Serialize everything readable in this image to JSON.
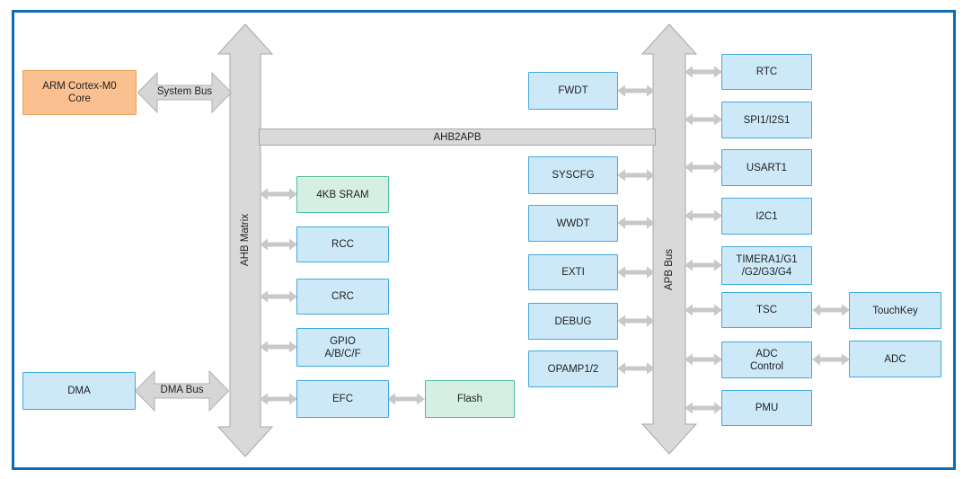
{
  "colors": {
    "frame_border": "#0d6cb5",
    "block_blue_fill": "#cde9f8",
    "block_blue_border": "#41a9de",
    "block_green_fill": "#d5efe3",
    "block_green_border": "#4dbd9c",
    "block_orange_fill": "#fac090",
    "block_orange_border": "#e8a159",
    "bus_fill": "#d9d9d9",
    "bus_border": "#a6a6a6",
    "small_arrow_fill": "#c8c8c8",
    "text": "#1f1f1f"
  },
  "buses": {
    "ahb_matrix": "AHB Matrix",
    "apb_bus": "APB Bus",
    "ahb2apb": "AHB2APB",
    "system_bus": "System Bus",
    "dma_bus": "DMA Bus"
  },
  "blocks": {
    "core": "ARM Cortex-M0\nCore",
    "dma": "DMA",
    "sram": "4KB SRAM",
    "rcc": "RCC",
    "crc": "CRC",
    "gpio": "GPIO\nA/B/C/F",
    "efc": "EFC",
    "flash": "Flash",
    "fwdt": "FWDT",
    "syscfg": "SYSCFG",
    "wwdt": "WWDT",
    "exti": "EXTI",
    "debug": "DEBUG",
    "opamp": "OPAMP1/2",
    "rtc": "RTC",
    "spi1": "SPI1/I2S1",
    "usart1": "USART1",
    "i2c1": "I2C1",
    "timera": "TIMERA1/G1\n/G2/G3/G4",
    "tsc": "TSC",
    "adc_control": "ADC\nControl",
    "pmu": "PMU",
    "touchkey": "TouchKey",
    "adc": "ADC"
  }
}
